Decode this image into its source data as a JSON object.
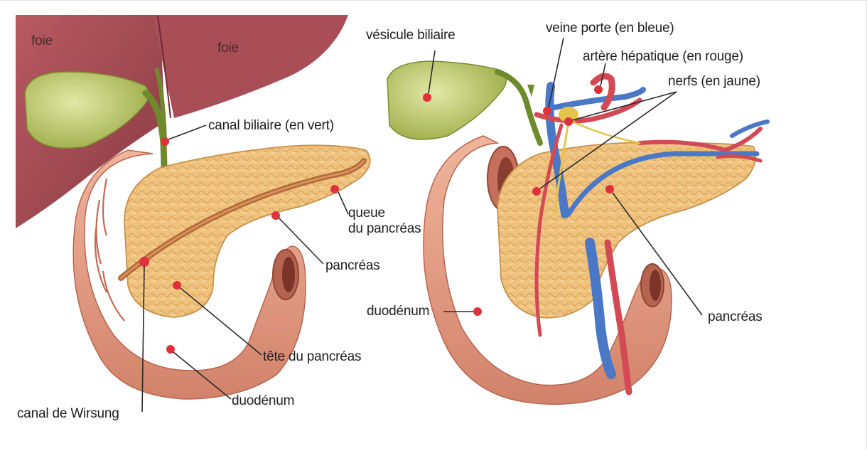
{
  "colors": {
    "liver": "#a44a52",
    "liver_shadow": "#7f3038",
    "gallbladder": "#c7d07a",
    "bile_duct": "#6f8a2a",
    "pancreas": "#efc27e",
    "pancreas_light": "#f7dba6",
    "duodenum": "#e9a48a",
    "duodenum_dark": "#c5725e",
    "wirsung": "#b26a3a",
    "vein": "#4a78c6",
    "artery": "#d34a55",
    "nerve": "#e4c54a",
    "marker": "#e0303a",
    "leader": "#2a2a2a"
  },
  "left_diagram": {
    "labels": {
      "liver_left": "foie",
      "liver_right": "foie",
      "bile_duct": "canal biliaire (en vert)",
      "tail": "queue\ndu pancréas",
      "pancreas": "pancréas",
      "head": "tête du pancréas",
      "duodenum": "duodénum",
      "wirsung": "canal de Wirsung"
    }
  },
  "right_diagram": {
    "labels": {
      "gallbladder": "vésicule biliaire",
      "portal_vein": "veine porte (en bleue)",
      "hepatic_artery": "artère hépatique (en rouge)",
      "nerves": "nerfs (en jaune)",
      "duodenum": "duodénum",
      "pancreas": "pancréas"
    }
  }
}
